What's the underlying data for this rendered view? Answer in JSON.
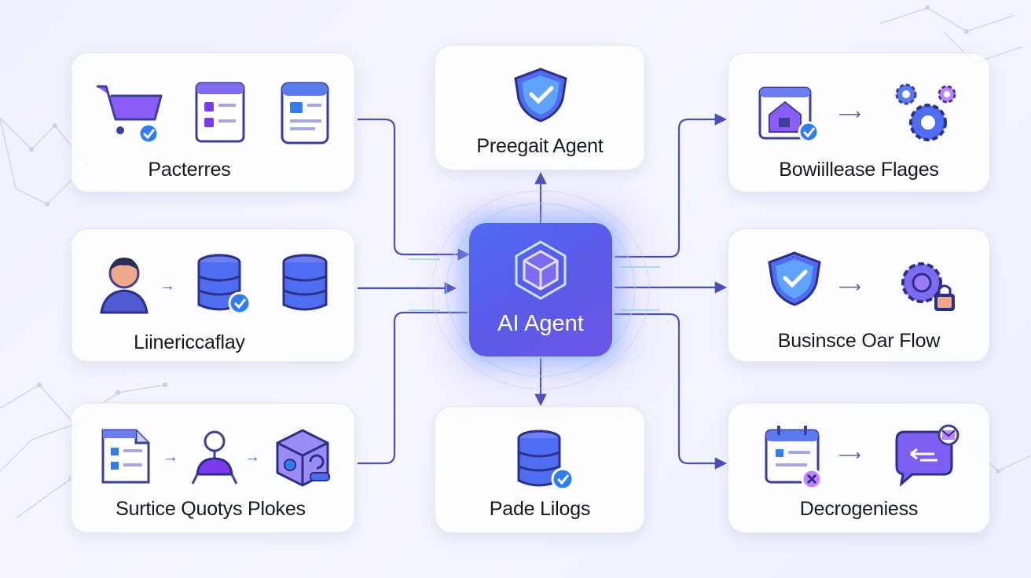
{
  "center": {
    "label": "AI Agent"
  },
  "cards": {
    "top_left": {
      "label": "Pacterres"
    },
    "top_center": {
      "label": "Preegait Agent"
    },
    "top_right": {
      "label": "Bowiillease Flages"
    },
    "mid_left": {
      "label": "Liinericcaflay"
    },
    "mid_right": {
      "label": "Businsce Oar Flow"
    },
    "bottom_left": {
      "label": "Surtice Quotys Plokes"
    },
    "bottom_center": {
      "label": "Pade Lilogs"
    },
    "bottom_right": {
      "label": "Decrogeniess"
    }
  },
  "colors": {
    "accent": "#5a5cc7",
    "core": "#5a5be8",
    "glow": "#7fc8ff",
    "check": "#2f7df0"
  }
}
